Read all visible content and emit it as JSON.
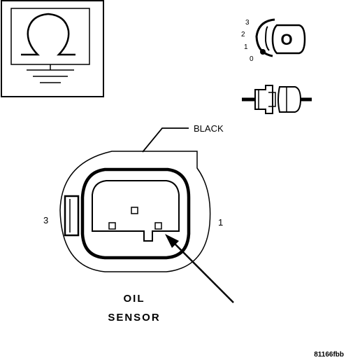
{
  "ignition_positions": [
    "3",
    "2",
    "1",
    "0"
  ],
  "ignition_key_label": "O",
  "wire_color_label": "BLACK",
  "pin_label_left": "3",
  "pin_label_right": "1",
  "component_name_line1": "OIL",
  "component_name_line2": "SENSOR",
  "figure_code": "81166fbb"
}
